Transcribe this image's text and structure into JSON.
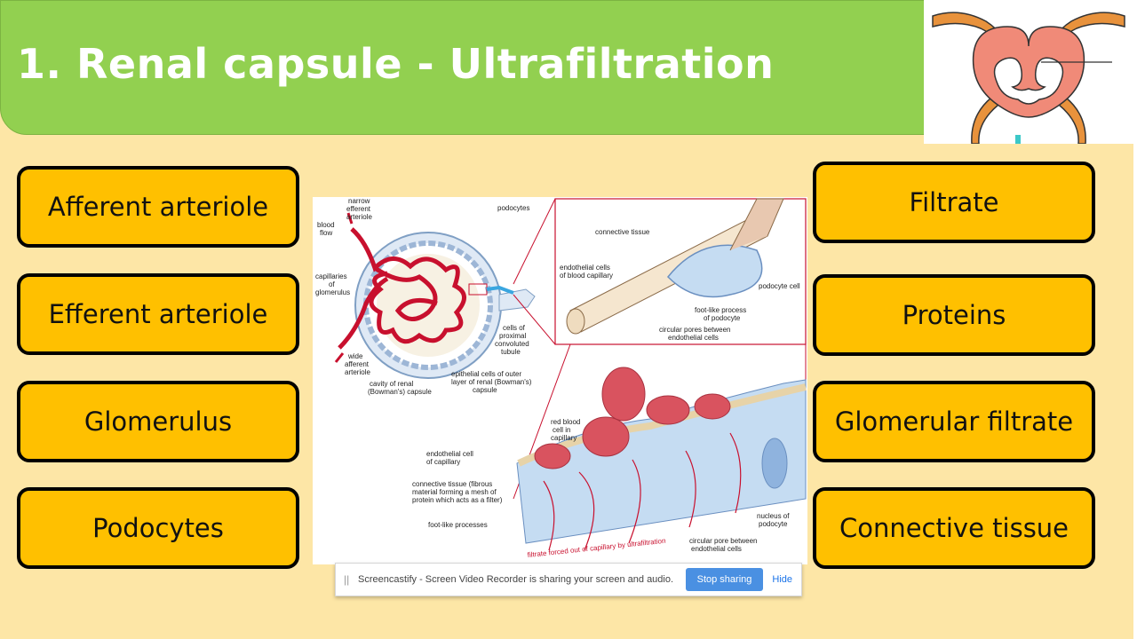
{
  "slide": {
    "title": "1. Renal capsule - Ultrafiltration"
  },
  "left_labels": [
    "Afferent arteriole",
    "Efferent arteriole",
    "Glomerulus",
    "Podocytes"
  ],
  "right_labels": [
    "Filtrate",
    "Proteins",
    "Glomerular filtrate",
    "Connective tissue"
  ],
  "diagram": {
    "labels": {
      "narrow_efferent": [
        "narrow",
        "efferent",
        "arteriole"
      ],
      "blood_flow": [
        "blood",
        "flow"
      ],
      "podocytes": "podocytes",
      "capillaries": [
        "capillaries",
        "of",
        "glomerulus"
      ],
      "wide_afferent": [
        "wide",
        "afferent",
        "arteriole"
      ],
      "cavity": [
        "cavity of renal",
        "(Bowman's) capsule"
      ],
      "epithelial": [
        "epithelial cells of outer",
        "layer of renal (Bowman's)",
        "capsule"
      ],
      "cells_pct": [
        "cells of",
        "proximal",
        "convoluted",
        "tubule"
      ],
      "connective_tissue": "connective tissue",
      "endothelial_cells": [
        "endothelial cells",
        "of blood capillary"
      ],
      "podocyte_cell": "podocyte cell",
      "foot_like": [
        "foot-like process",
        "of podocyte"
      ],
      "circular_pores": [
        "circular pores between",
        "endothelial cells"
      ],
      "red_blood_cell": [
        "red blood",
        "cell in",
        "capillary"
      ],
      "endothelial_cell": [
        "endothelial cell",
        "of capillary"
      ],
      "connective_fibrous": [
        "connective tissue (fibrous",
        "material forming a mesh of",
        "protein which acts as a filter)"
      ],
      "foot_processes": "foot-like processes",
      "nucleus": [
        "nucleus of",
        "podocyte"
      ],
      "circular_pore": [
        "circular pore between",
        "endothelial cells"
      ],
      "filtrate_forced": "filtrate forced out of capillary by ultrafiltration"
    }
  },
  "notification": {
    "message": "Screencastify - Screen Video Recorder is sharing your screen and audio.",
    "stop_label": "Stop sharing",
    "hide_label": "Hide"
  },
  "colors": {
    "background": "#fde6a6",
    "title_bar": "#92d050",
    "label_box": "#ffc000",
    "stop_button": "#4a90e2"
  }
}
